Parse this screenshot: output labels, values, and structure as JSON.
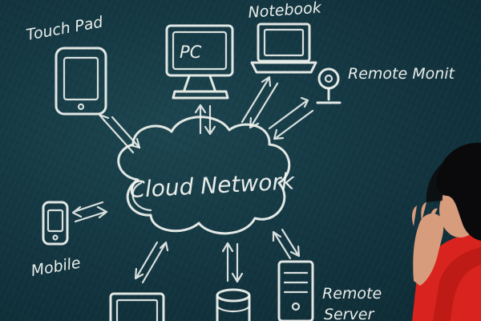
{
  "labels": {
    "touch_pad": "Touch Pad",
    "pc": "PC",
    "notebook": "Notebook",
    "remote_monitor": "Remote Monit",
    "cloud_network": "Cloud Network",
    "mobile": "Mobile",
    "remote_server": "Remote",
    "remote_server_line2": "Server"
  },
  "colors": {
    "chalkboard": "#143843",
    "chalk": "#f1f4f0",
    "shirt": "#d9231f",
    "hair": "#0a0a0c",
    "skin": "#d69c7c"
  }
}
